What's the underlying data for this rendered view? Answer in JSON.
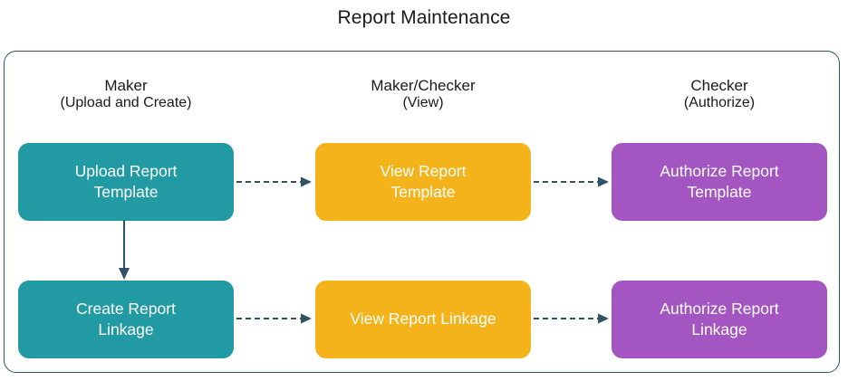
{
  "title": "Report Maintenance",
  "colors": {
    "teal": "#219aa3",
    "orange": "#f5b31b",
    "purple": "#a355c2",
    "connector": "#2f5266",
    "panel_border": "#2f5266",
    "title_text": "#1a1a1a",
    "node_text": "#ffffff"
  },
  "columns": [
    {
      "role": "Maker",
      "action": "(Upload and Create)"
    },
    {
      "role": "Maker/Checker",
      "action": "(View)"
    },
    {
      "role": "Checker",
      "action": "(Authorize)"
    }
  ],
  "rows": [
    {
      "name": "report-template-row",
      "nodes": [
        {
          "label": "Upload Report\nTemplate",
          "color": "teal"
        },
        {
          "label": "View Report\nTemplate",
          "color": "orange"
        },
        {
          "label": "Authorize Report\nTemplate",
          "color": "purple"
        }
      ]
    },
    {
      "name": "report-linkage-row",
      "nodes": [
        {
          "label": "Create Report\nLinkage",
          "color": "teal"
        },
        {
          "label": "View Report Linkage",
          "color": "orange"
        },
        {
          "label": "Authorize Report\nLinkage",
          "color": "purple"
        }
      ]
    }
  ],
  "connectors": [
    {
      "name": "arrow-upload-to-view-template",
      "style": "dashed",
      "direction": "right"
    },
    {
      "name": "arrow-view-to-authorize-template",
      "style": "dashed",
      "direction": "right"
    },
    {
      "name": "arrow-create-to-view-linkage",
      "style": "dashed",
      "direction": "right"
    },
    {
      "name": "arrow-view-to-authorize-linkage",
      "style": "dashed",
      "direction": "right"
    },
    {
      "name": "arrow-upload-template-to-create-linkage",
      "style": "solid",
      "direction": "down"
    }
  ]
}
